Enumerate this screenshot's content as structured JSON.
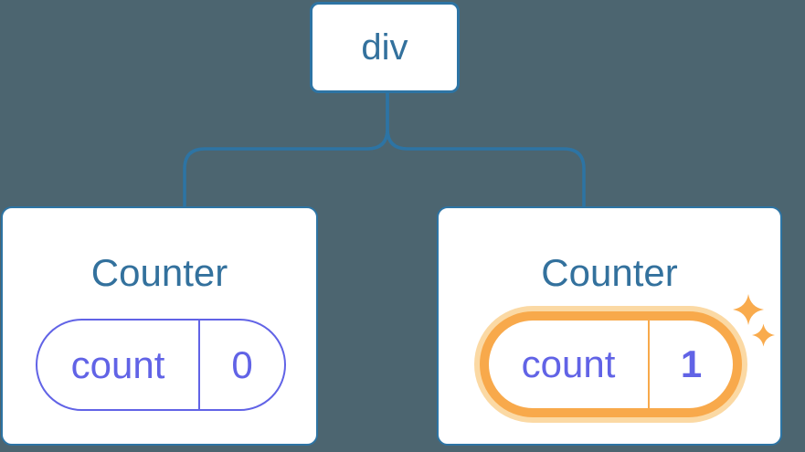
{
  "colors": {
    "bg": "#4c6570",
    "line": "#2d74a4",
    "heading": "#33719d",
    "purple": "#6163e6",
    "orange": "#f8a94b",
    "halo": "#fbd9a4",
    "sparkle": "#f9ab4d"
  },
  "tree": {
    "root": {
      "label": "div"
    },
    "children": [
      {
        "title": "Counter",
        "state_key": "count",
        "state_value": "0",
        "highlighted": false
      },
      {
        "title": "Counter",
        "state_key": "count",
        "state_value": "1",
        "highlighted": true
      }
    ]
  }
}
